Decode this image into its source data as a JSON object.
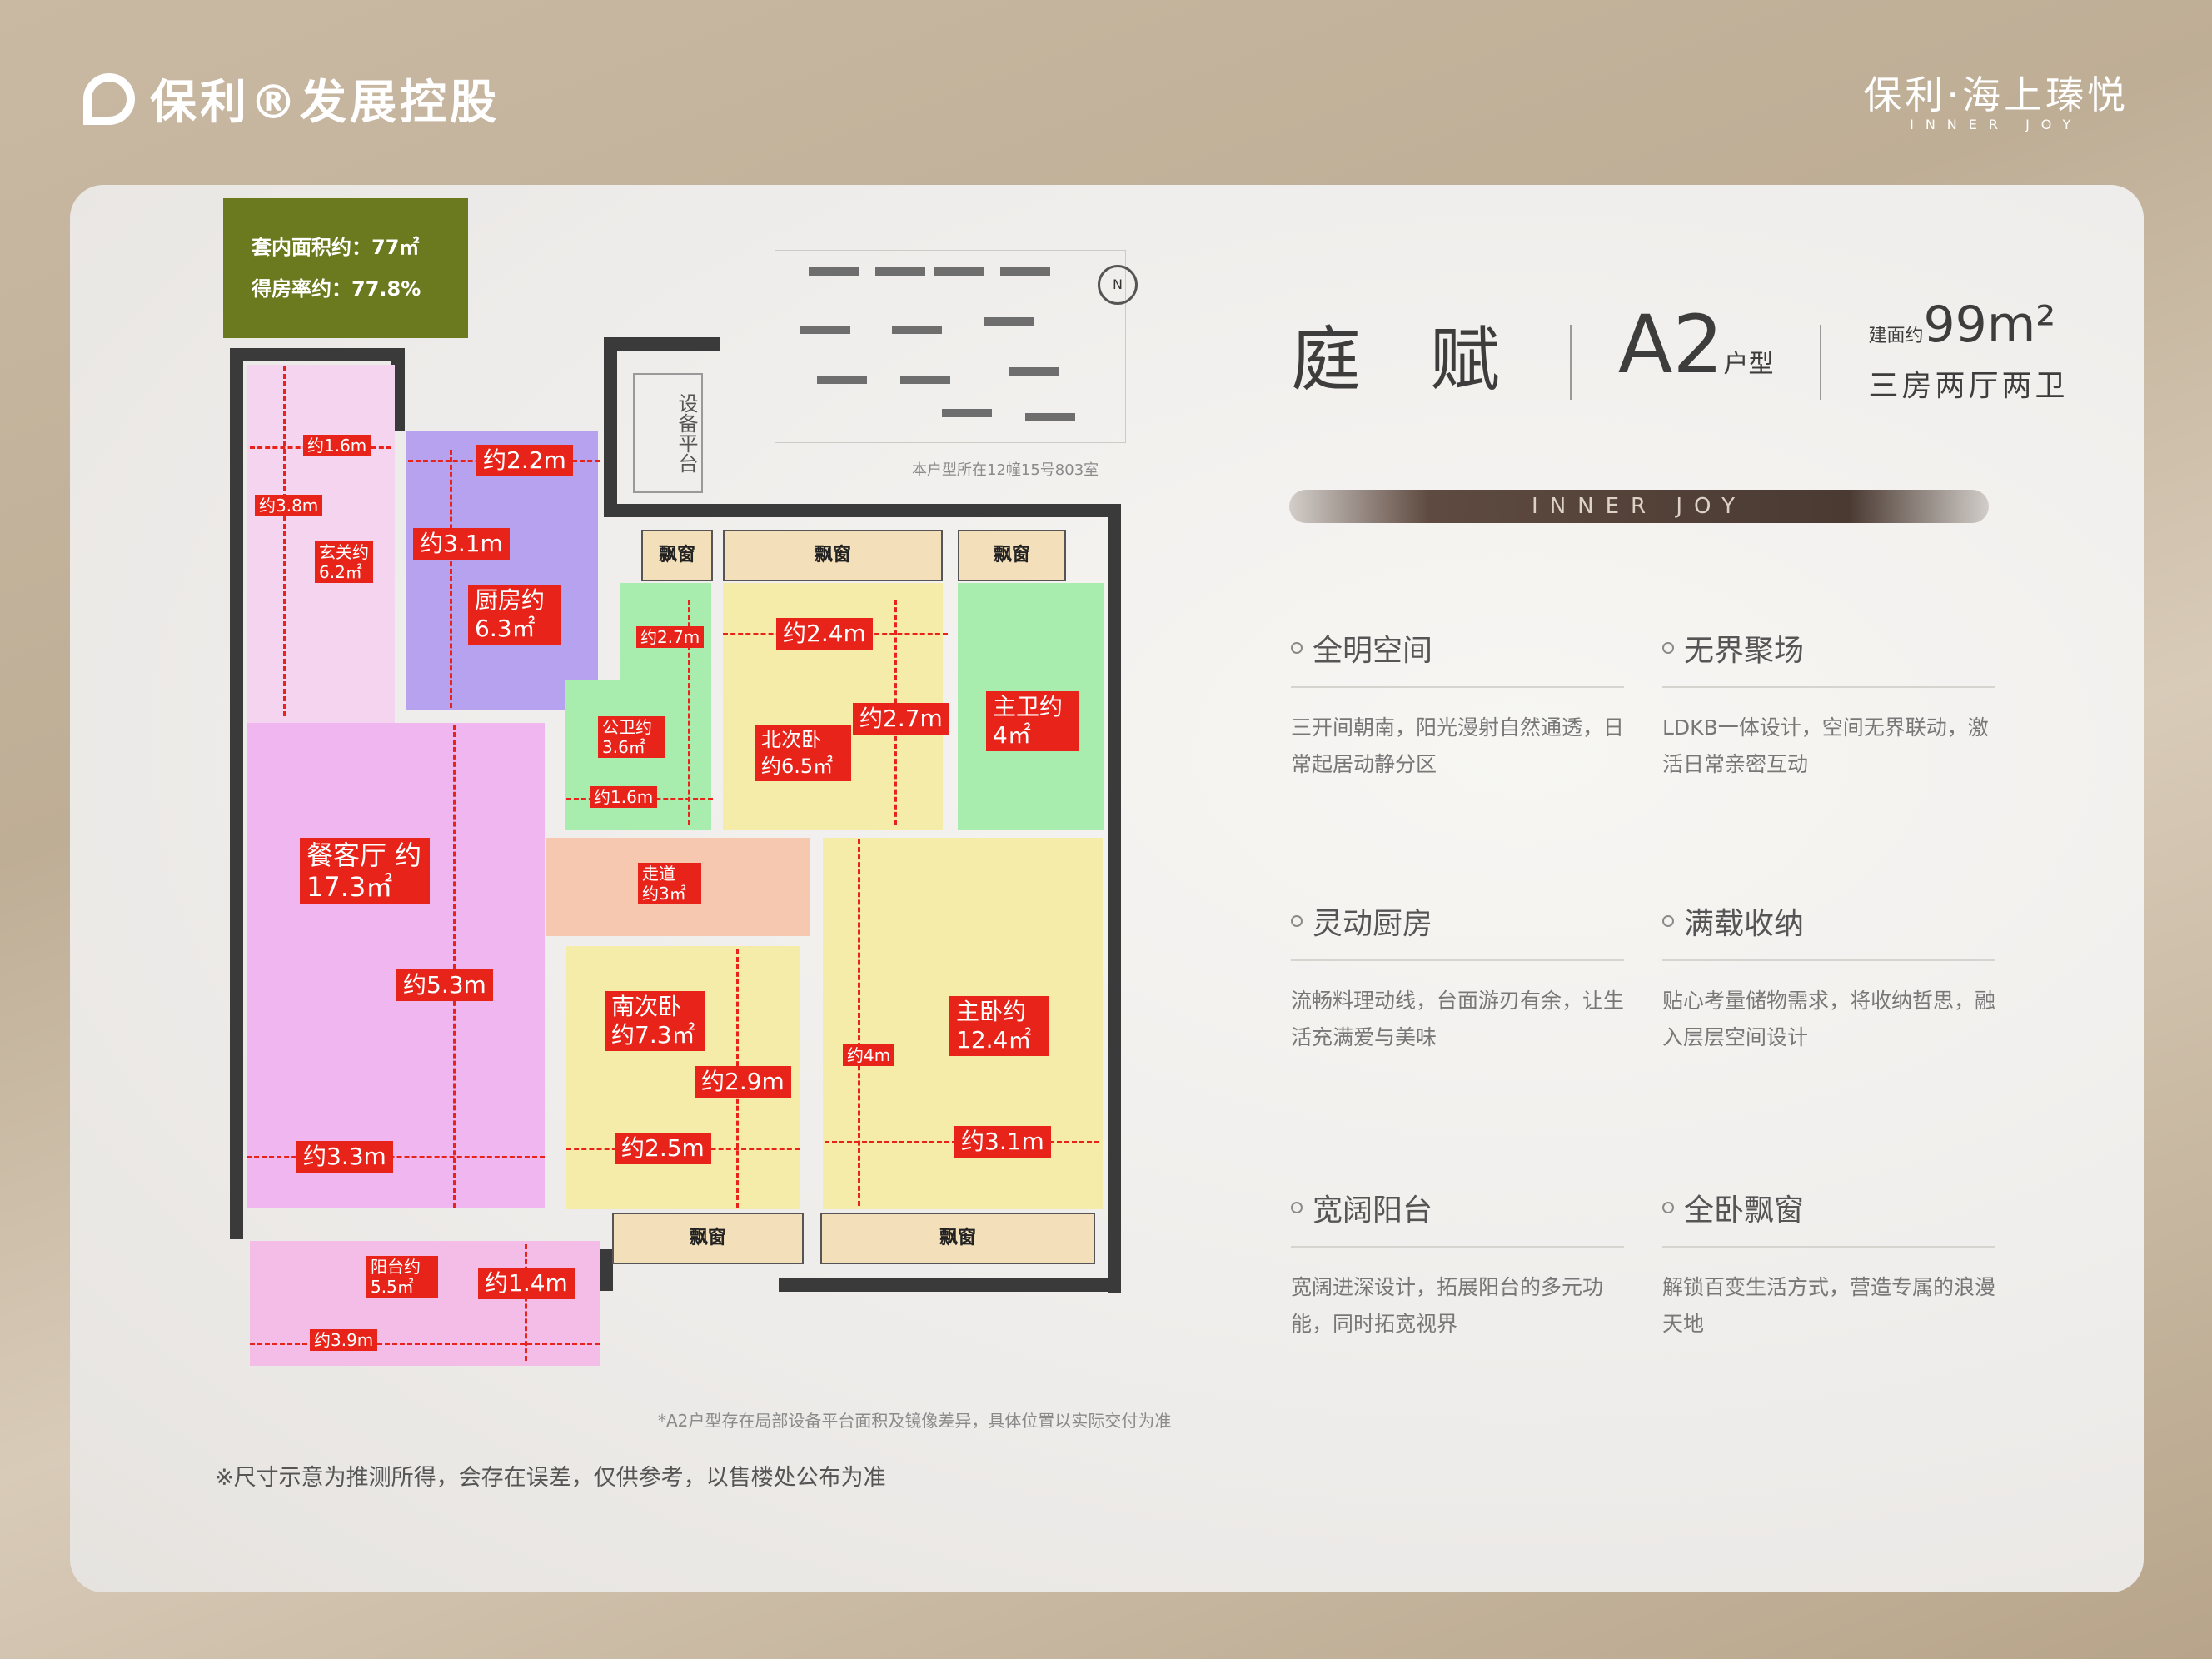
{
  "header": {
    "brand": "保利®发展控股",
    "project": "保利·海上瑧悦",
    "project_en": "INNER JOY"
  },
  "info_box": {
    "inner_area": "套内面积约：77㎡",
    "usage_rate": "得房率约：77.8%"
  },
  "product": {
    "name": "庭 赋",
    "type_main": "A2",
    "type_suffix": "户型",
    "area_prefix": "建面约",
    "area_value": "99m²",
    "layout": "三房两厅两卫",
    "slogan": "INNER JOY"
  },
  "features": [
    {
      "title": "全明空间",
      "desc": "三开间朝南，阳光漫射自然通透，日常起居动静分区"
    },
    {
      "title": "无界聚场",
      "desc": "LDKB一体设计，空间无界联动，激活日常亲密互动"
    },
    {
      "title": "灵动厨房",
      "desc": "流畅料理动线，台面游刃有余，让生活充满爱与美味"
    },
    {
      "title": "满载收纳",
      "desc": "贴心考量储物需求，将收纳哲思，融入层层空间设计"
    },
    {
      "title": "宽阔阳台",
      "desc": "宽阔进深设计，拓展阳台的多元功能，同时拓宽视界"
    },
    {
      "title": "全卧飘窗",
      "desc": "解锁百变生活方式，营造专属的浪漫天地"
    }
  ],
  "plan": {
    "equipment": "设备平台",
    "bay_window": "飘窗",
    "labels": {
      "entry": "玄关约 6.2㎡",
      "kitchen": "厨房约 6.3㎡",
      "public_bath": "公卫约 3.6㎡",
      "north_bed": "北次卧 约6.5㎡",
      "master_bath": "主卫约 4㎡",
      "living": "餐客厅 约17.3㎡",
      "corridor": "走道 约3㎡",
      "south_bed": "南次卧 约7.3㎡",
      "master_bed": "主卧约 12.4㎡",
      "balcony": "阳台约 5.5㎡"
    },
    "dims": {
      "d1": "约1.6m",
      "d2": "约2.2m",
      "d3": "约3.8m",
      "d4": "约3.1m",
      "d5": "约2.7m",
      "d6": "约2.4m",
      "d7": "约2.7m",
      "d8": "约1.6m",
      "d9": "约5.3m",
      "d10": "约3.3m",
      "d11": "约2.9m",
      "d12": "约2.5m",
      "d13": "约4m",
      "d14": "约3.1m",
      "d15": "约1.4m",
      "d16": "约3.9m"
    }
  },
  "minimap_note": "本户型所在12幢15号803室",
  "north": "N",
  "plan_note": "*A2户型存在局部设备平台面积及镜像差异，具体位置以实际交付为准",
  "footnote": "※尺寸示意为推测所得，会存在误差，仅供参考，以售楼处公布为准",
  "colors": {
    "info_box": "#6b7a1f",
    "label": "#e8241a",
    "living": "#f0b6f0",
    "kitchen": "#b7a2f0",
    "bath": "#a8ecae",
    "bedroom": "#f6ecaa",
    "corridor": "#f6c8b0"
  }
}
